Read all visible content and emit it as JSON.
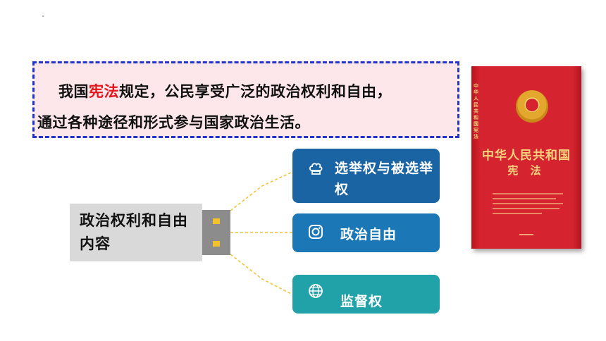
{
  "quote": {
    "line1_before": "我国",
    "line1_highlight": "宪法",
    "line1_after": "规定，公民享受广泛的政治权利和自由，",
    "line2": "通过各种途径和形式参与国家政治生活。"
  },
  "book": {
    "title": "中华人民共和国",
    "subtitle": "宪 法",
    "spine": "中华人民共和国宪法"
  },
  "label": {
    "text": "政治权利和自由内容"
  },
  "cards": [
    {
      "label": "选举权与被选举权",
      "icon": "chef-hat-icon",
      "color": "#1b64a4"
    },
    {
      "label": "政治自由",
      "icon": "instagram-icon",
      "color": "#1b77b5"
    },
    {
      "label": "监督权",
      "icon": "globe-icon",
      "color": "#21a2a8"
    }
  ],
  "colors": {
    "highlight": "#e5161b",
    "dashed_border": "#2233cc",
    "connector_line": "#f2c12e"
  }
}
